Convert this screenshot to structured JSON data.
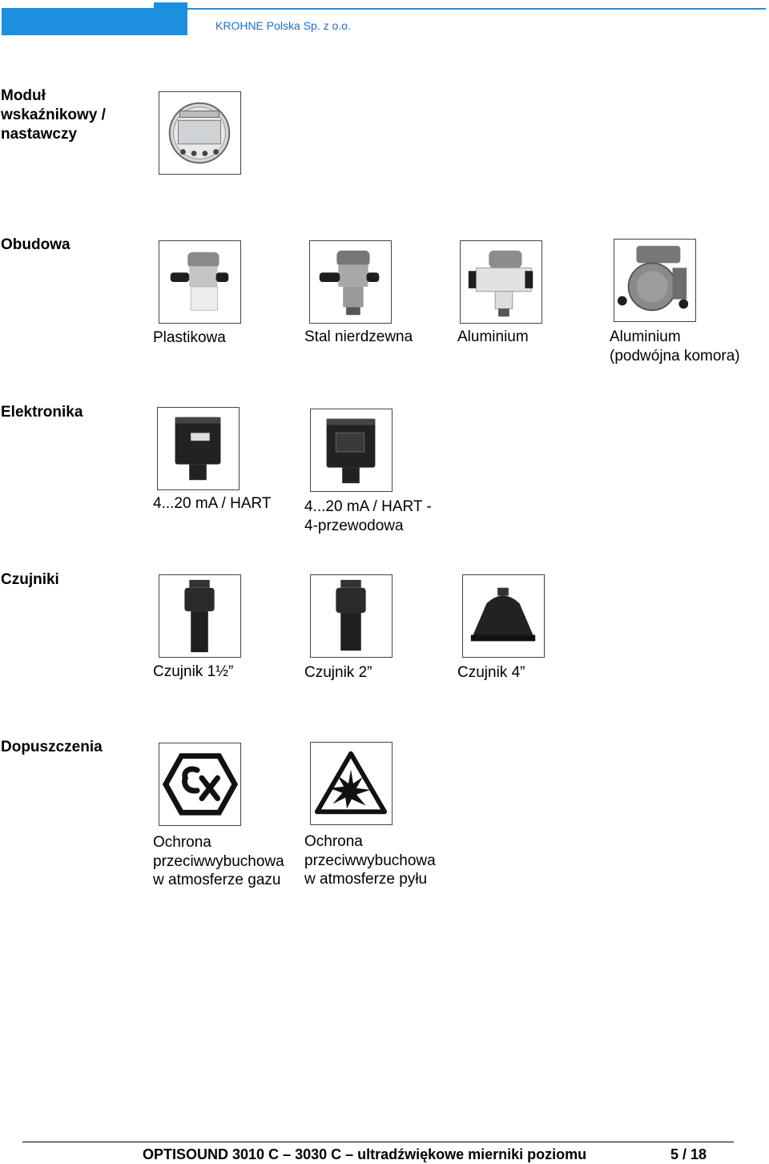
{
  "header": {
    "company": "KROHNE Polska Sp. z  o.o."
  },
  "sections": {
    "display": {
      "title": "Moduł wskaźnikowy / nastawczy",
      "title_lines": [
        "Moduł",
        "wskaźnikowy /",
        "nastawczy"
      ]
    },
    "housing": {
      "title": "Obudowa",
      "items": [
        {
          "label": "Plastikowa",
          "icon": "plastic-housing-icon"
        },
        {
          "label": "Stal nierdzewna",
          "icon": "stainless-housing-icon"
        },
        {
          "label": "Aluminium",
          "icon": "aluminium-housing-icon"
        },
        {
          "label_lines": [
            "Aluminium",
            "(podwójna komora)"
          ],
          "icon": "double-chamber-housing-icon"
        }
      ]
    },
    "electronics": {
      "title": "Elektronika",
      "items": [
        {
          "label_lines": [
            "4...20 mA / HART"
          ],
          "icon": "electronics-module-icon"
        },
        {
          "label_lines": [
            "4...20 mA / HART -",
            "4-przewodowa"
          ],
          "icon": "electronics-module-4wire-icon"
        }
      ]
    },
    "sensors": {
      "title": "Czujniki",
      "items": [
        {
          "label": "Czujnik 1½”",
          "icon": "sensor-1-5-inch-icon"
        },
        {
          "label": "Czujnik 2”",
          "icon": "sensor-2-inch-icon"
        },
        {
          "label": "Czujnik 4”",
          "icon": "sensor-4-inch-icon"
        }
      ]
    },
    "approvals": {
      "title": "Dopuszczenia",
      "items": [
        {
          "label_lines": [
            "Ochrona",
            "przeciwwybuchowa",
            "w atmosferze gazu"
          ],
          "icon": "ex-symbol-icon"
        },
        {
          "label_lines": [
            "Ochrona",
            "przeciwwybuchowa",
            "w atmosferze pyłu"
          ],
          "icon": "explosion-warning-icon"
        }
      ]
    }
  },
  "footer": {
    "title": "OPTISOUND 3010 C – 3030 C – ultradźwiękowe mierniki poziomu",
    "page": "5 / 18"
  }
}
